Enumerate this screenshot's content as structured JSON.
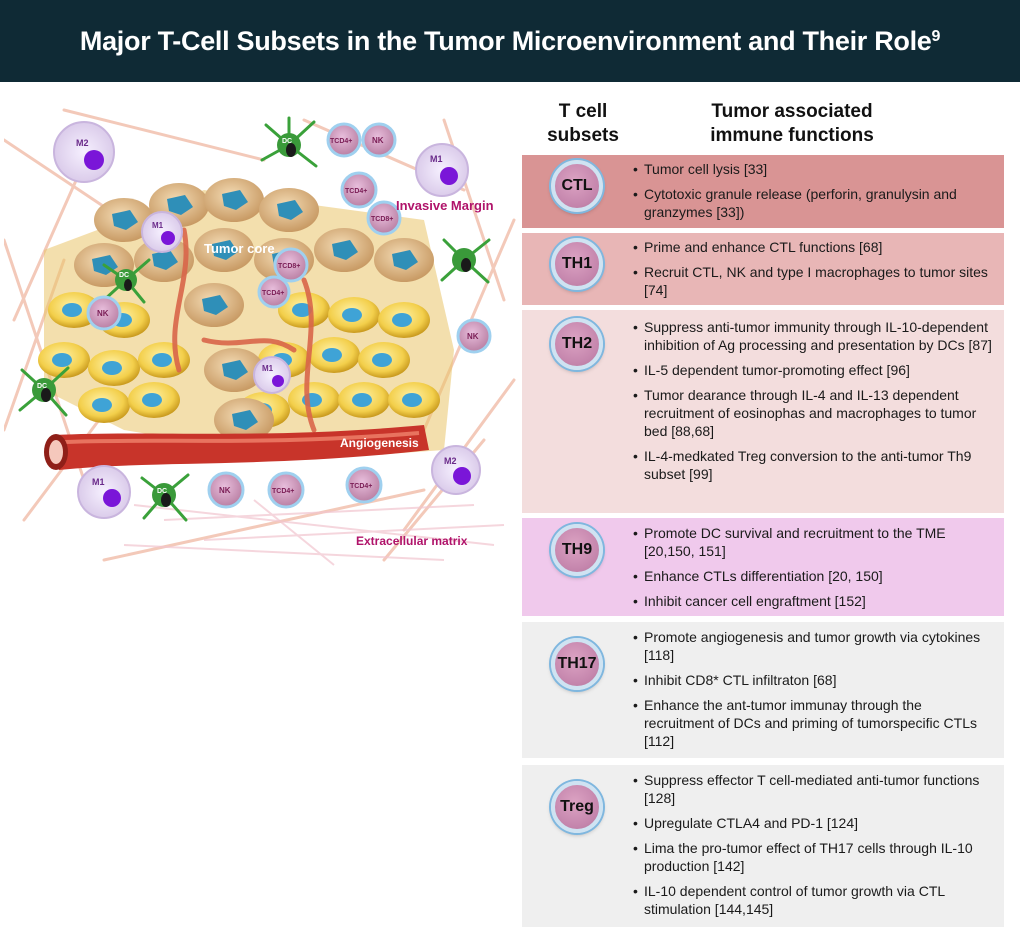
{
  "title": {
    "text": "Major T-Cell Subsets in the Tumor Microenvironment and Their Role",
    "superscript": "9"
  },
  "columns": {
    "subsets": "T cell subsets",
    "functions": "Tumor associated immune functions"
  },
  "illustration": {
    "labels": {
      "invasive_margin": "Invasive Margin",
      "tumor_core": "Tumor core",
      "angiogenesis": "Angiogenesis",
      "extracellular_matrix": "Extracellular matrix"
    },
    "cells": {
      "m2": "M2",
      "m1": "M1",
      "dc": "DC",
      "nk": "NK",
      "tcd4": "TCD4+",
      "tcd8": "TCD8+"
    }
  },
  "rows": [
    {
      "subset": "CTL",
      "color": "#d99494",
      "functions": [
        "Tumor cell lysis [33]",
        "Cytotoxic granule release (perforin, granulysin and granzymes [33])"
      ]
    },
    {
      "subset": "TH1",
      "color": "#e8b6b6",
      "functions": [
        "Prime and enhance CTL functions [68]",
        "Recruit CTL, NK and type I macrophages to tumor sites [74]"
      ]
    },
    {
      "subset": "TH2",
      "color": "#f3dddd",
      "functions": [
        "Suppress anti-tumor immunity through IL-10-dependent inhibition of Ag processing and presentation by DCs [87]",
        "IL-5 dependent tumor-promoting effect [96]",
        "Tumor dearance through IL-4 and IL-13 dependent recruitment of eosinophas and macrophages to tumor bed [88,68]",
        "IL-4-medkated Treg conversion to the anti-tumor Th9 subset [99]"
      ]
    },
    {
      "subset": "TH9",
      "color": "#f0c9ec",
      "functions": [
        "Promote DC survival and recruitment to the TME [20,150, 151]",
        "Enhance CTLs differentiation [20, 150]",
        "Inhibit cancer cell engraftment [152]"
      ]
    },
    {
      "subset": "TH17",
      "color": "#efefef",
      "functions": [
        "Promote angiogenesis and tumor growth via cytokines [118]",
        "Inhibit CD8* CTL infiltraton [68]",
        "Enhance the ant-tumor immunay through the recruitment of DCs and priming of tumorspecific CTLs [112]"
      ]
    },
    {
      "subset": "Treg",
      "color": "#efefef",
      "functions": [
        "Suppress effector T cell-mediated anti-tumor functions [128]",
        "Upregulate CTLA4 and PD-1 [124]",
        "Lima the pro-tumor effect of TH17 cells through IL-10 production [142]",
        "IL-10 dependent control of tumor growth via CTL stimulation [144,145]"
      ]
    }
  ]
}
